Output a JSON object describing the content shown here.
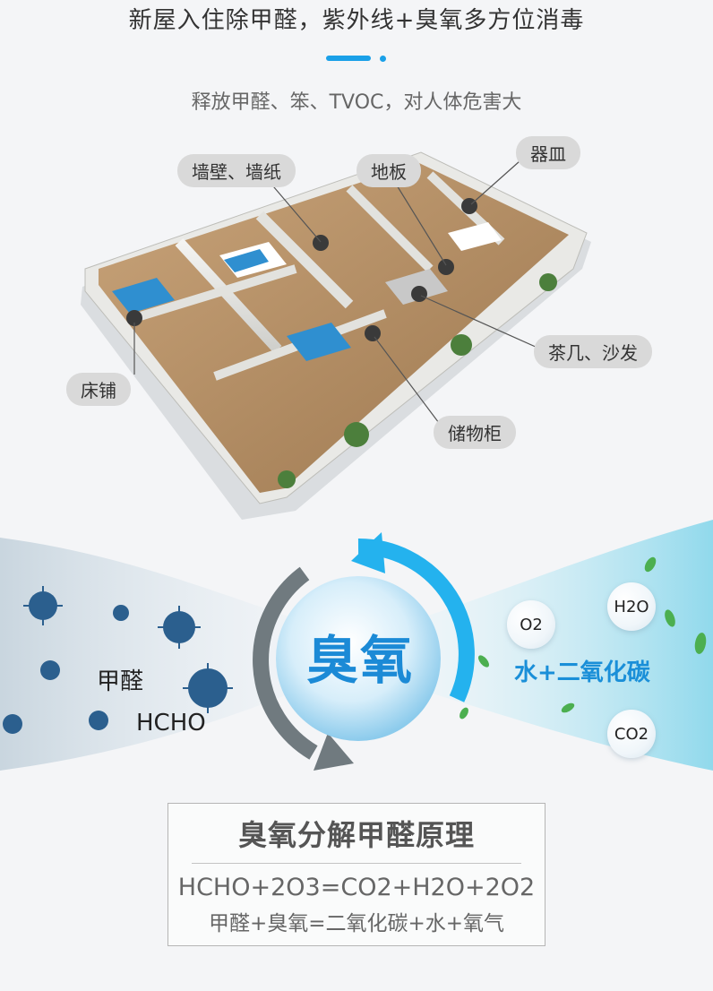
{
  "header": {
    "headline": "新屋入住除甲醛，紫外线+臭氧多方位消毒",
    "subline": "释放甲醛、笨、TVOC，对人体危害大"
  },
  "house": {
    "tags": {
      "wall": "墙壁、墙纸",
      "floor": "地板",
      "dishes": "器皿",
      "bed": "床铺",
      "table_sofa": "茶几、沙发",
      "cabinet": "储物柜"
    }
  },
  "ozone": {
    "center": "臭氧",
    "left_label_cn": "甲醛",
    "left_label_en": "HCHO",
    "right_label": "水+二氧化碳",
    "molecules": {
      "o2": "O2",
      "h2o": "H2O",
      "co2": "CO2"
    }
  },
  "principle": {
    "title": "臭氧分解甲醛原理",
    "formula": "HCHO+2O3=CO2+H2O+2O2",
    "words": "甲醛+臭氧=二氧化碳+水+氧气"
  },
  "colors": {
    "accent": "#1aa0e8",
    "virus": "#2b5f8e",
    "leaf": "#4caf50"
  }
}
